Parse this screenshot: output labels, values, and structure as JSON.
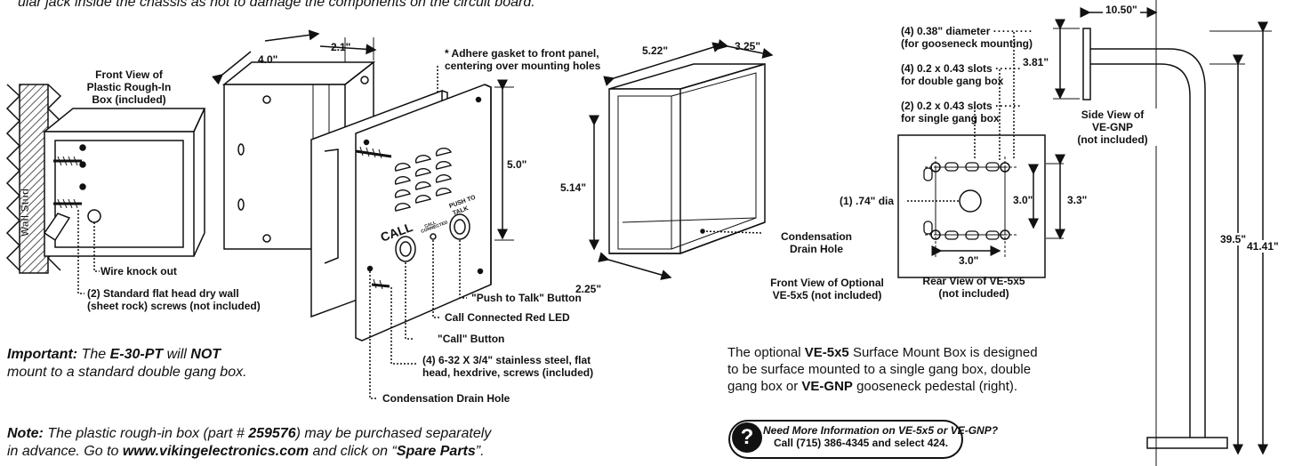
{
  "header": {
    "cut_line": "ular jack inside the chassis as not to damage the components on the circuit board."
  },
  "labels": {
    "front_view_rough_in": [
      "Front View of",
      "Plastic Rough-In",
      "Box (included)"
    ],
    "wall_stud": "Wall Stud",
    "wire_knock_out": "Wire knock out",
    "drywall_screws": [
      "(2) Standard flat head dry wall",
      "(sheet rock) screws (not included)"
    ],
    "gasket": [
      "* Adhere gasket to front panel,",
      "centering over mounting holes"
    ],
    "push_to_talk_button": "\"Push to Talk\" Button",
    "call_connected_led": "Call Connected Red LED",
    "call_button": "\"Call\" Button",
    "stainless_screws": [
      "(4) 6-32 X 3/4\" stainless steel, flat",
      "head, hexdrive, screws (included)"
    ],
    "condensation_drain_hole": "Condensation Drain Hole",
    "condensation_drain_hole_box": [
      "Condensation",
      "Drain Hole"
    ],
    "front_view_optional": [
      "Front View of Optional",
      "VE-5x5 (not included)"
    ],
    "gooseneck_mounting": [
      "(4) 0.38\" diameter",
      "(for gooseneck mounting)"
    ],
    "double_gang_slots": [
      "(4) 0.2 x 0.43 slots",
      "for double gang box"
    ],
    "single_gang_slots": [
      "(2) 0.2 x 0.43 slots",
      "for single gang box"
    ],
    "center_hole": "(1) .74\" dia",
    "rear_view": [
      "Rear View of VE-5x5",
      "(not included)"
    ],
    "side_view": [
      "Side View of",
      "VE-GNP",
      "(not included)"
    ],
    "panel_call": "CALL",
    "panel_call_connected": [
      "CALL",
      "CONNECTED"
    ],
    "panel_push_to_talk": [
      "PUSH TO",
      "TALK"
    ]
  },
  "dimensions": {
    "box_width": "4.0\"",
    "box_depth": "2.1\"",
    "panel_height": "5.0\"",
    "ve_width": "5.22\"",
    "ve_depth": "3.25\"",
    "ve_height": "5.14\"",
    "ve_bottom_depth": "2.25\"",
    "rear_3_0_v": "3.0\"",
    "rear_3_3": "3.3\"",
    "rear_3_0_h": "3.0\"",
    "gnp_10_50": "10.50\"",
    "gnp_3_81": "3.81\"",
    "gnp_39_5": "39.5\"",
    "gnp_41_41": "41.41\""
  },
  "important": {
    "lead": "Important:",
    "t1": " The ",
    "model": "E-30-PT",
    "t2": " will ",
    "not": "NOT",
    "line2": "mount to a standard double gang box."
  },
  "note": {
    "lead": "Note:",
    "t1": " The plastic rough-in box (part # ",
    "part": "259576",
    "t2": ") may be purchased separately",
    "t3": "in advance. Go to ",
    "url": "www.vikingelectronics.com",
    "t4": " and click on “",
    "link": "Spare Parts",
    "t5": "”."
  },
  "optional": {
    "t1": "The optional ",
    "model1": "VE-5x5",
    "t2": " Surface Mount Box is designed",
    "line2": "to be surface mounted to a single gang box, double",
    "t3": "gang box or ",
    "model2": "VE-GNP",
    "t4": " gooseneck pedestal (right)."
  },
  "info": {
    "icon": "question-mark-icon",
    "line1": "Need More Information on VE-5x5 or VE-GNP?",
    "line2": "Call (715) 386-4345 and select 424."
  }
}
